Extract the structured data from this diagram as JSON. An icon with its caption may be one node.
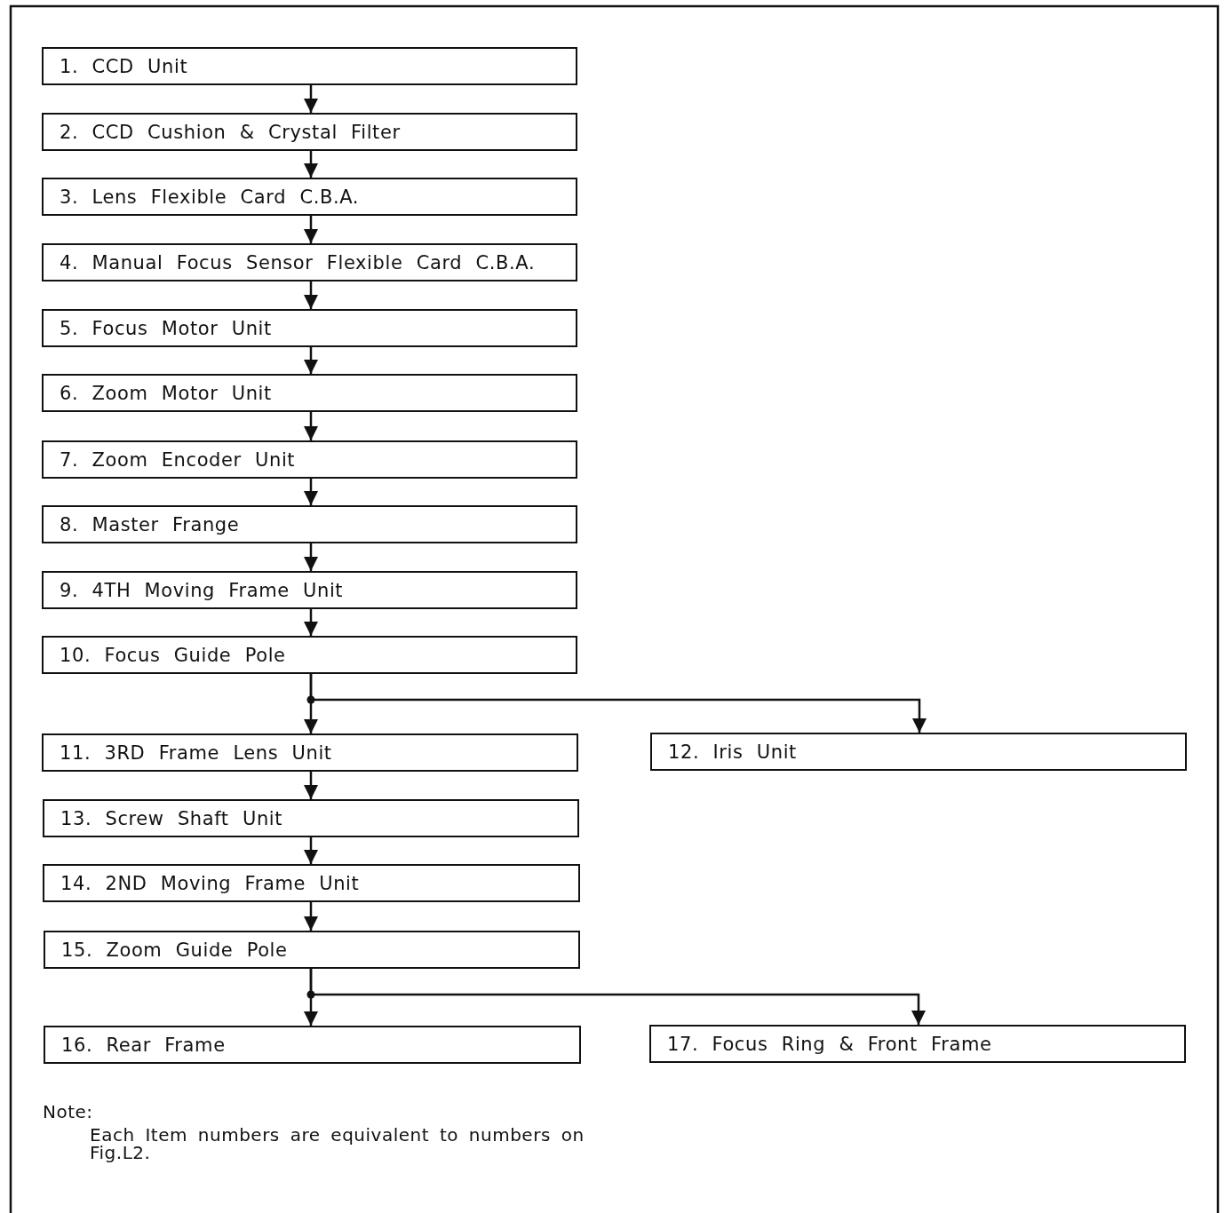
{
  "diagram": {
    "nodes": [
      {
        "text": [
          "1. CCD Unit"
        ]
      },
      {
        "text": [
          "2. CCD Cushion & Crystal Filter"
        ]
      },
      {
        "text": [
          "3. Lens Flexible Card C.B.A."
        ]
      },
      {
        "text": [
          "4. Manual Focus Sensor Flexible Card C.B.A."
        ]
      },
      {
        "text": [
          "5. Focus Motor Unit"
        ]
      },
      {
        "text": [
          "6. Zoom Motor Unit"
        ]
      },
      {
        "text": [
          "7. Zoom Encoder Unit"
        ]
      },
      {
        "text": [
          "8. Master Frange"
        ]
      },
      {
        "text": [
          "9. 4TH Moving Frame Unit"
        ]
      },
      {
        "text": [
          "10. Focus Guide Pole"
        ]
      },
      {
        "text": [
          "11. 3RD Frame Lens Unit"
        ]
      },
      {
        "text": [
          "12. Iris Unit"
        ]
      },
      {
        "text": [
          "13. Screw Shaft Unit"
        ]
      },
      {
        "text": [
          "14. 2ND Moving Frame Unit"
        ]
      },
      {
        "text": [
          "15. Zoom Guide Pole"
        ]
      },
      {
        "text": [
          "16. Rear Frame"
        ]
      },
      {
        "text": [
          "17. Focus Ring & Front Frame"
        ]
      }
    ],
    "edges": [
      {
        "from": 0,
        "to": 1,
        "arrow": "to"
      },
      {
        "from": 1,
        "to": 2,
        "arrow": "to"
      },
      {
        "from": 2,
        "to": 3,
        "arrow": "to"
      },
      {
        "from": 3,
        "to": 4,
        "arrow": "to"
      },
      {
        "from": 4,
        "to": 5,
        "arrow": "to"
      },
      {
        "from": 5,
        "to": 6,
        "arrow": "to"
      },
      {
        "from": 6,
        "to": 7,
        "arrow": "to"
      },
      {
        "from": 7,
        "to": 8,
        "arrow": "to"
      },
      {
        "from": 8,
        "to": 9,
        "arrow": "to"
      },
      {
        "from": 9,
        "to": 10,
        "arrow": "to"
      },
      {
        "from": 9,
        "to": 11,
        "arrow": "to"
      },
      {
        "from": 10,
        "to": 12,
        "arrow": "to"
      },
      {
        "from": 12,
        "to": 13,
        "arrow": "to"
      },
      {
        "from": 13,
        "to": 14,
        "arrow": "to"
      },
      {
        "from": 14,
        "to": 15,
        "arrow": "to"
      },
      {
        "from": 14,
        "to": 16,
        "arrow": "to"
      }
    ],
    "labels": [
      "Note:",
      "Each Item numbers are equivalent to numbers on Fig.L2."
    ]
  }
}
